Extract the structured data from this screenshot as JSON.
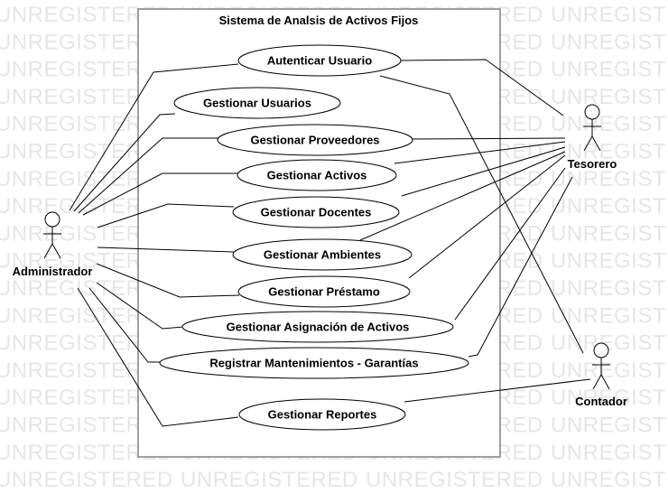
{
  "watermark": "UNREGISTERED",
  "system": {
    "title": "Sistema de Analsis de Activos Fijos"
  },
  "actors": [
    {
      "id": "administrador",
      "label": "Administrador"
    },
    {
      "id": "tesorero",
      "label": "Tesorero"
    },
    {
      "id": "contador",
      "label": "Contador"
    }
  ],
  "use_cases": [
    {
      "id": "autenticar-usuario",
      "label": "Autenticar Usuario"
    },
    {
      "id": "gestionar-usuarios",
      "label": "Gestionar Usuarios"
    },
    {
      "id": "gestionar-proveedores",
      "label": "Gestionar Proveedores"
    },
    {
      "id": "gestionar-activos",
      "label": "Gestionar Activos"
    },
    {
      "id": "gestionar-docentes",
      "label": "Gestionar Docentes"
    },
    {
      "id": "gestionar-ambientes",
      "label": "Gestionar Ambientes"
    },
    {
      "id": "gestionar-prestamo",
      "label": "Gestionar Préstamo"
    },
    {
      "id": "gestionar-asignacion",
      "label": "Gestionar Asignación de Activos"
    },
    {
      "id": "registrar-mantenimientos",
      "label": "Registrar Mantenimientos - Garantías"
    },
    {
      "id": "gestionar-reportes",
      "label": "Gestionar Reportes"
    }
  ],
  "associations": [
    {
      "from": "administrador",
      "to": "autenticar-usuario"
    },
    {
      "from": "administrador",
      "to": "gestionar-usuarios"
    },
    {
      "from": "administrador",
      "to": "gestionar-proveedores"
    },
    {
      "from": "administrador",
      "to": "gestionar-activos"
    },
    {
      "from": "administrador",
      "to": "gestionar-docentes"
    },
    {
      "from": "administrador",
      "to": "gestionar-ambientes"
    },
    {
      "from": "administrador",
      "to": "gestionar-prestamo"
    },
    {
      "from": "administrador",
      "to": "gestionar-asignacion"
    },
    {
      "from": "administrador",
      "to": "registrar-mantenimientos"
    },
    {
      "from": "administrador",
      "to": "gestionar-reportes"
    },
    {
      "from": "tesorero",
      "to": "autenticar-usuario"
    },
    {
      "from": "tesorero",
      "to": "gestionar-proveedores"
    },
    {
      "from": "tesorero",
      "to": "gestionar-activos"
    },
    {
      "from": "tesorero",
      "to": "gestionar-docentes"
    },
    {
      "from": "tesorero",
      "to": "gestionar-ambientes"
    },
    {
      "from": "tesorero",
      "to": "gestionar-prestamo"
    },
    {
      "from": "tesorero",
      "to": "gestionar-asignacion"
    },
    {
      "from": "tesorero",
      "to": "registrar-mantenimientos"
    },
    {
      "from": "contador",
      "to": "autenticar-usuario"
    },
    {
      "from": "contador",
      "to": "gestionar-reportes"
    }
  ]
}
